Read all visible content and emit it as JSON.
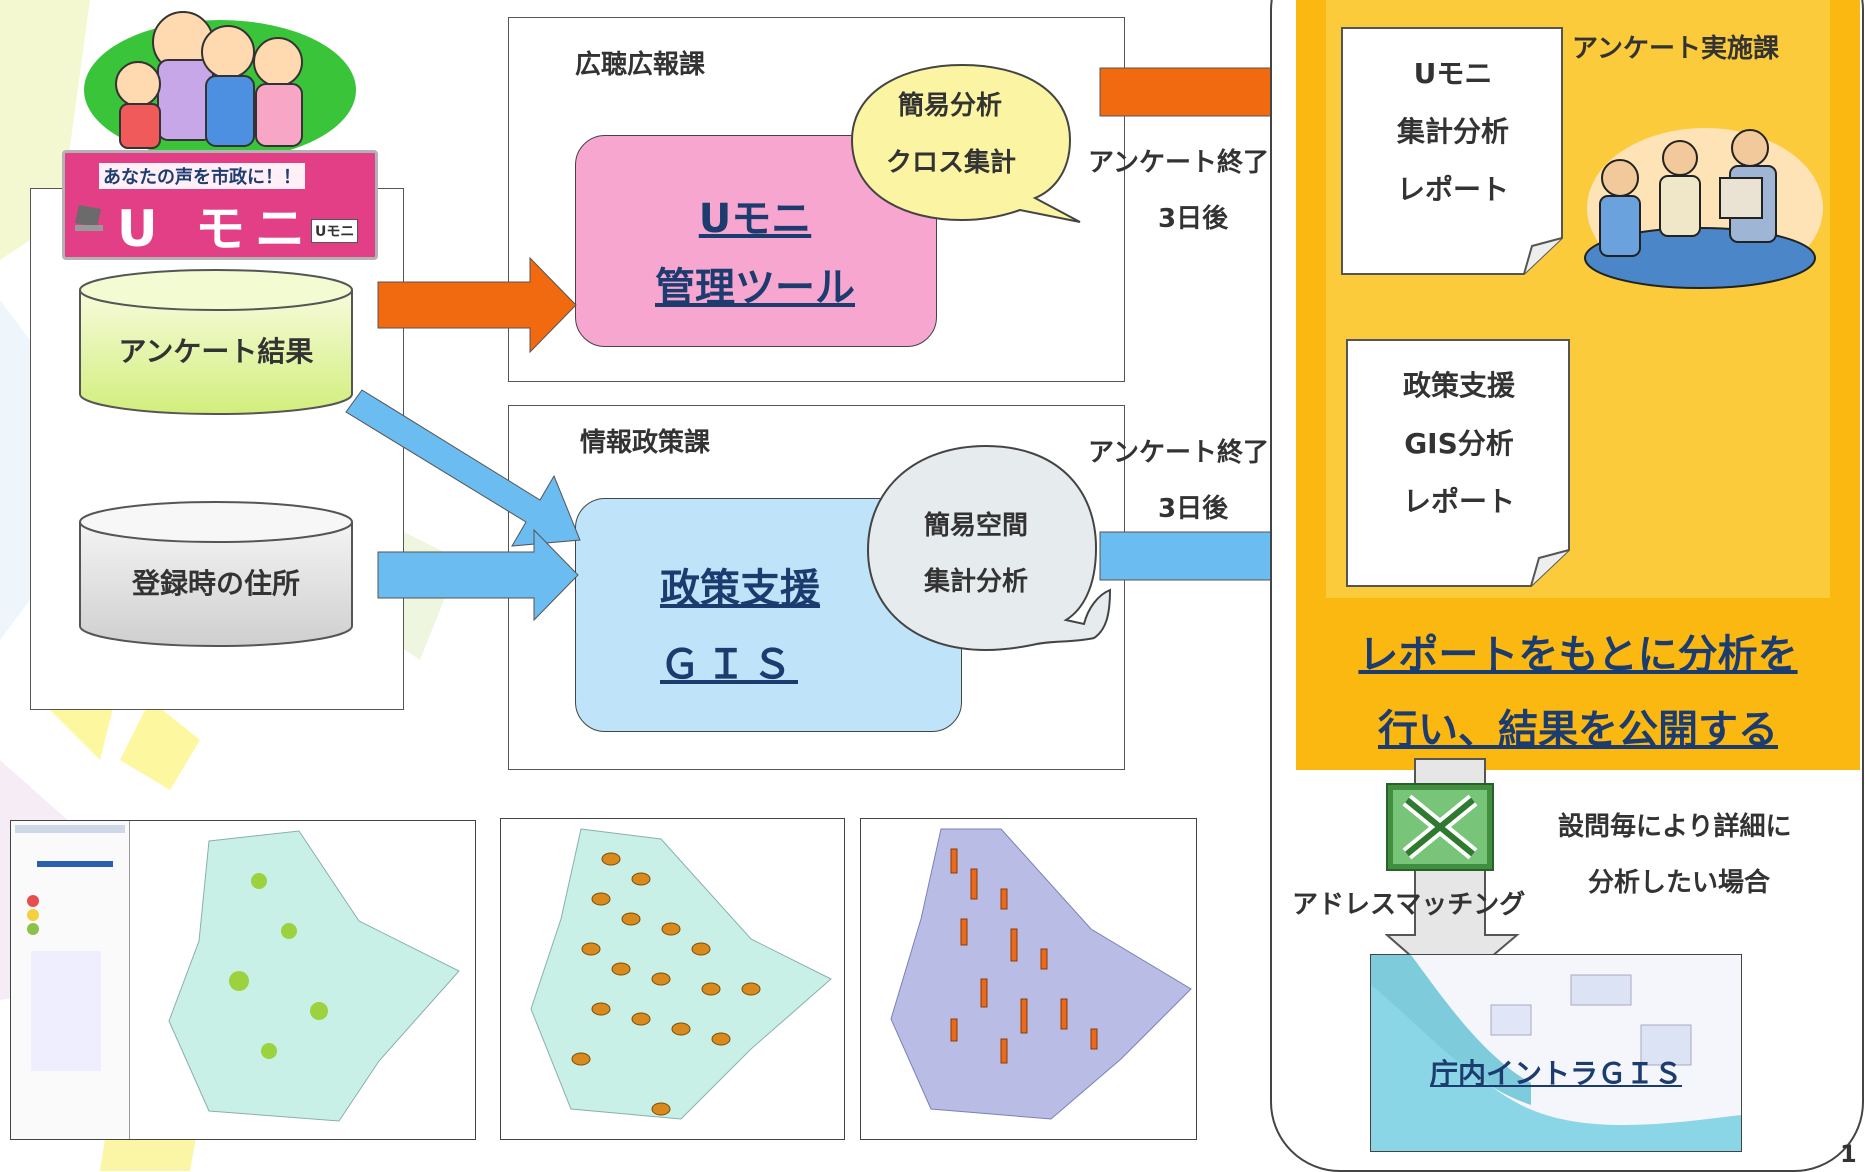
{
  "banner": {
    "tagline": "あなたの声を市政に！！",
    "title": "U モニ",
    "badge": "Uモニ"
  },
  "left_panel": {
    "db_results": "アンケート結果",
    "db_address": "登録時の住所"
  },
  "pr_section": {
    "title": "広聴広報課",
    "tool_line1": "Uモニ",
    "tool_line2": "管理ツール",
    "bubble_line1": "簡易分析",
    "bubble_line2": "クロス集計",
    "timing_line1": "アンケート終了",
    "timing_line2": "3日後"
  },
  "ip_section": {
    "title": "情報政策課",
    "gis_line1": "政策支援",
    "gis_line2": "ＧＩＳ",
    "bubble_line1": "簡易空間",
    "bubble_line2": "集計分析",
    "timing_line1": "アンケート終了",
    "timing_line2": "3日後"
  },
  "right_panel": {
    "dept": "アンケート実施課",
    "report1": [
      "Uモニ",
      "集計分析",
      "レポート"
    ],
    "report2": [
      "政策支援",
      "GIS分析",
      "レポート"
    ],
    "action_line1": "レポートをもとに分析を",
    "action_line2": "行い、結果を公開する",
    "detail_line1": "設問毎により詳細に",
    "detail_line2": "分析したい場合",
    "matching": "アドレスマッチング",
    "intra_gis": "庁内イントラＧＩＳ"
  },
  "page_number": "1",
  "colors": {
    "orange_arrow": "#f26a10",
    "blue_arrow": "#6bbcf0",
    "pink_box": "#f7a6cf",
    "light_blue_box": "#bfe3f8",
    "yellow_bubble": "#fbf4a3",
    "orange_panel": "#fbb811",
    "banner_pink": "#e33f86"
  }
}
